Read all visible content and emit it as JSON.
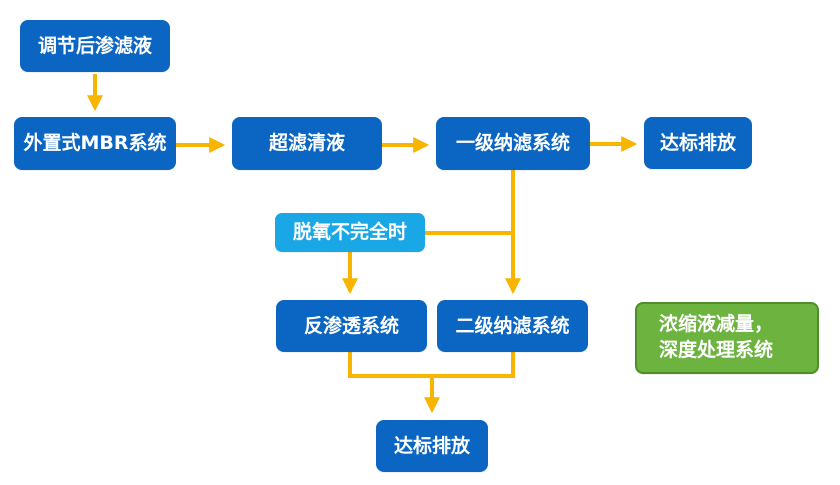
{
  "nodes": {
    "adjusted_leachate": "调节后渗滤液",
    "external_mbr": "外置式MBR系统",
    "uf_clear_liquid": "超滤清液",
    "primary_nf": "一级纳滤系统",
    "discharge_1": "达标排放",
    "deoxygenation_incomplete": "脱氧不完全时",
    "reverse_osmosis": "反渗透系统",
    "secondary_nf": "二级纳滤系统",
    "discharge_2": "达标排放",
    "concentrate_line1": "浓缩液减量，",
    "concentrate_line2": "深度处理系统"
  },
  "colors": {
    "process_box": "#0a66c2",
    "condition_box": "#1aa7e6",
    "concentrate_box": "#6cb33f",
    "arrow": "#f7b500"
  }
}
